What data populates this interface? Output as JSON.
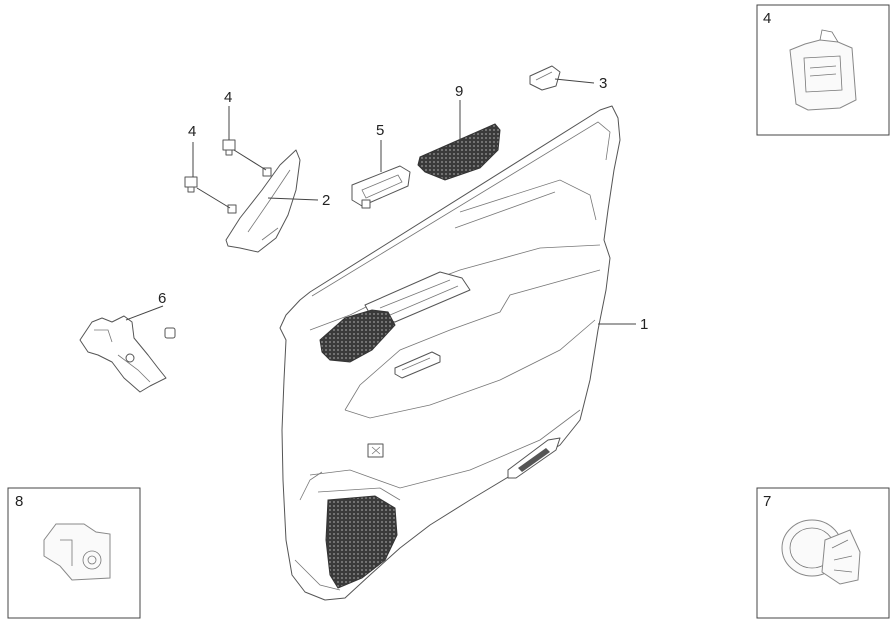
{
  "callouts": {
    "door_trim_panel": "1",
    "side_cover": "2",
    "small_clip": "3",
    "clip_upper": "4",
    "clip_lower": "4",
    "switch_bezel": "5",
    "bracket": "6",
    "inset_top_right": "4",
    "inset_bottom_right": "7",
    "inset_bottom_left": "8",
    "pad": "9"
  }
}
